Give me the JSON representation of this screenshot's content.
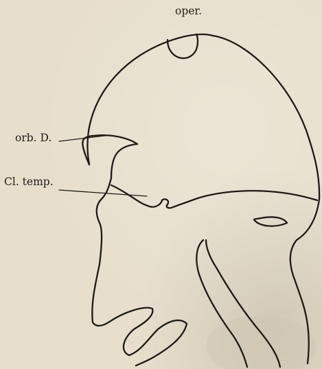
{
  "labels": {
    "oper": "oper.",
    "orb_d": "orb. D.",
    "cl_temp": "Cl. temp."
  },
  "colors": {
    "paper": "#e7dfcc",
    "ink": "#1d1a17"
  }
}
